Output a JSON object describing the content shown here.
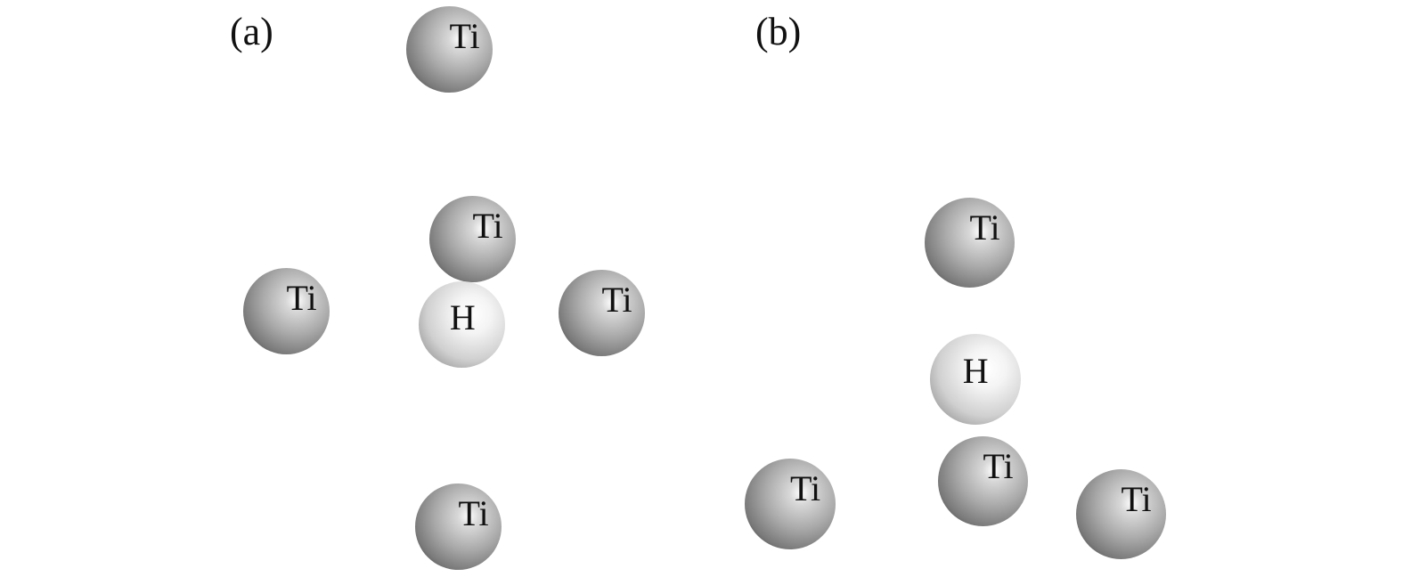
{
  "panels": [
    {
      "label": "(a)",
      "atoms": [
        {
          "element": "Ti"
        },
        {
          "element": "Ti"
        },
        {
          "element": "Ti"
        },
        {
          "element": "H"
        },
        {
          "element": "Ti"
        },
        {
          "element": "Ti"
        }
      ]
    },
    {
      "label": "(b)",
      "atoms": [
        {
          "element": "Ti"
        },
        {
          "element": "H"
        },
        {
          "element": "Ti"
        },
        {
          "element": "Ti"
        },
        {
          "element": "Ti"
        }
      ]
    }
  ]
}
